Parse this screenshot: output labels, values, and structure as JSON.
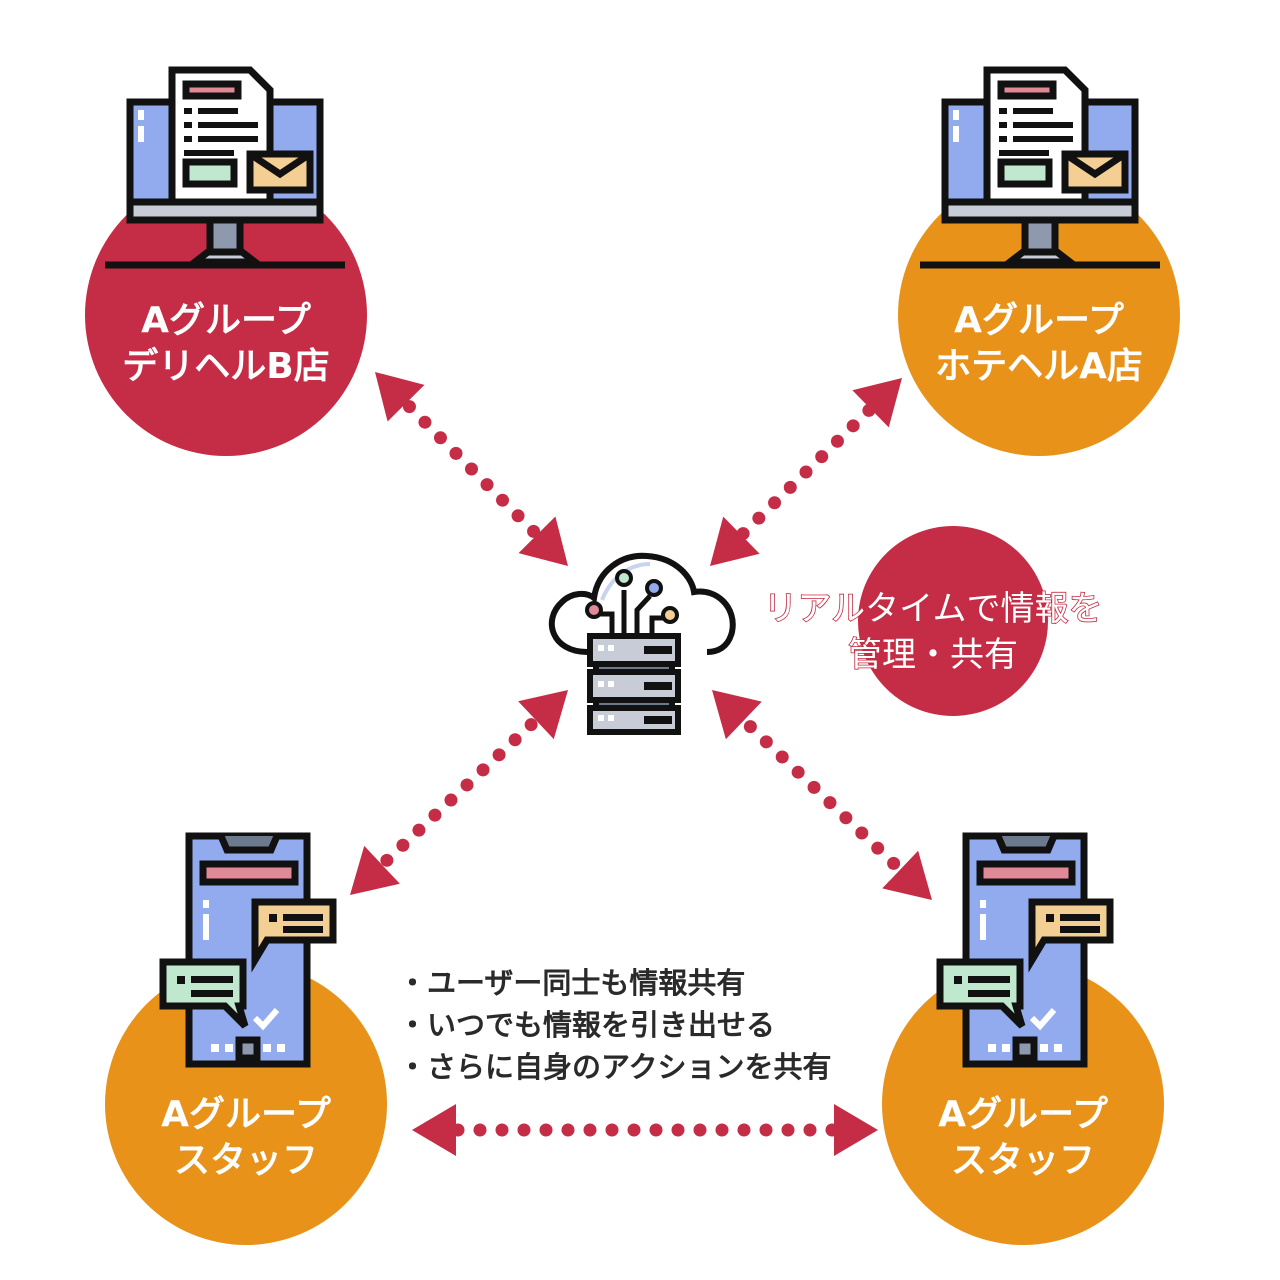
{
  "colors": {
    "accent_red": "#c52c45",
    "accent_orange": "#e8921a",
    "screen_blue": "#92abee",
    "outline": "#111111"
  },
  "nodes": [
    {
      "id": "top-left",
      "line1": "Aグループ",
      "line2": "デリヘルB店",
      "color": "#c52c45",
      "icon": "desktop-document-icon"
    },
    {
      "id": "top-right",
      "line1": "Aグループ",
      "line2": "ホテヘルA店",
      "color": "#e8921a",
      "icon": "desktop-document-icon"
    },
    {
      "id": "bottom-left",
      "line1": "Aグループ",
      "line2": "スタッフ",
      "color": "#e8921a",
      "icon": "smartphone-chat-icon"
    },
    {
      "id": "bottom-right",
      "line1": "Aグループ",
      "line2": "スタッフ",
      "color": "#e8921a",
      "icon": "smartphone-chat-icon"
    }
  ],
  "center": {
    "icon": "cloud-server-icon",
    "caption_line1": "リアルタイムで情報を",
    "caption_line2": "管理・共有"
  },
  "bullets": [
    "・ユーザー同士も情報共有",
    "・いつでも情報を引き出せる",
    "・さらに自身のアクションを共有"
  ],
  "connections": [
    {
      "from": "top-left",
      "to": "center",
      "style": "dotted",
      "arrows": "both"
    },
    {
      "from": "top-right",
      "to": "center",
      "style": "dotted",
      "arrows": "both"
    },
    {
      "from": "bottom-left",
      "to": "center",
      "style": "dotted",
      "arrows": "both"
    },
    {
      "from": "bottom-right",
      "to": "center",
      "style": "dotted",
      "arrows": "both"
    },
    {
      "from": "bottom-left",
      "to": "bottom-right",
      "style": "dotted",
      "arrows": "both"
    }
  ]
}
